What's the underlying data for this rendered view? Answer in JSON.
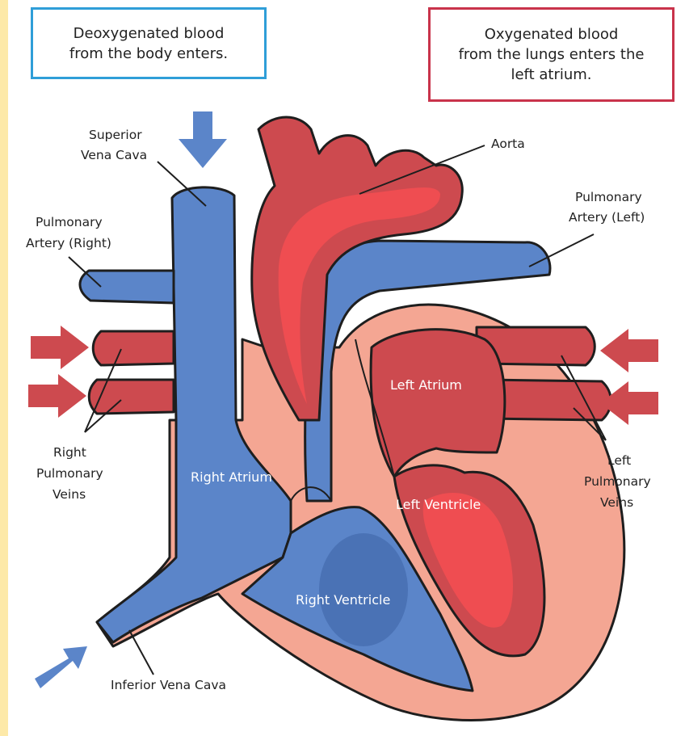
{
  "colors": {
    "page_border": "#fde9a8",
    "deoxygenated": "#5b85c9",
    "deoxygenated_dark": "#4a72b5",
    "oxygenated": "#cd4a4f",
    "oxygenated_light": "#ef4d51",
    "tissue": "#f4a693",
    "box_left_border": "#2f9ed8",
    "box_right_border": "#c9334b"
  },
  "info_boxes": {
    "left": "Deoxygenated blood\nfrom the body enters.",
    "right": "Oxygenated blood\nfrom the lungs enters the\nleft atrium."
  },
  "labels": {
    "superior_vena_cava": [
      "Superior",
      "Vena Cava"
    ],
    "aorta": "Aorta",
    "pulmonary_artery_left": [
      "Pulmonary",
      "Artery (Left)"
    ],
    "pulmonary_artery_right": [
      "Pulmonary",
      "Artery (Right)"
    ],
    "right_pulmonary_veins": [
      "Right",
      "Pulmonary",
      "Veins"
    ],
    "left_pulmonary_veins": [
      "Left",
      "Pulmonary",
      "Veins"
    ],
    "left_atrium": "Left Atrium",
    "right_atrium": "Right Atrium",
    "left_ventricle": "Left Ventricle",
    "right_ventricle": "Right Ventricle",
    "inferior_vena_cava": "Inferior Vena Cava"
  }
}
